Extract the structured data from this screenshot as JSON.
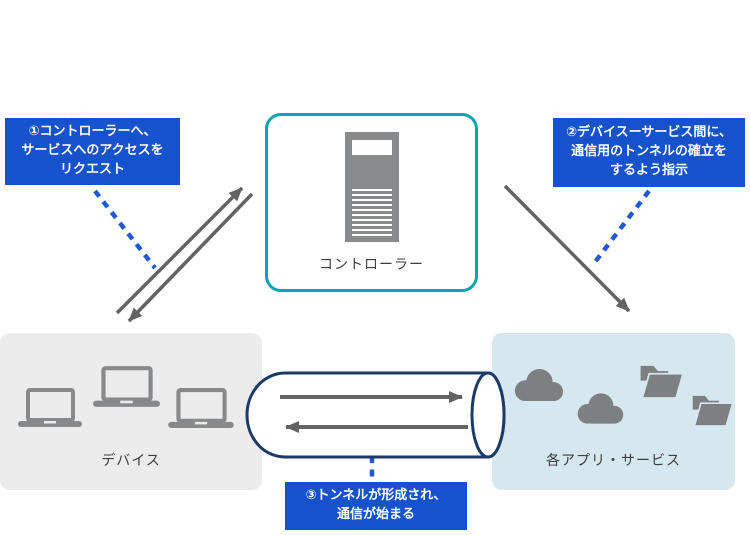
{
  "nodes": {
    "controller": {
      "label": "コントローラー",
      "icon": "server-tower-icon"
    },
    "devices": {
      "label": "デバイス",
      "icon": "laptop-icon",
      "icon_count": 3
    },
    "services": {
      "label": "各アプリ・サービス",
      "icons": [
        "cloud-icon",
        "cloud-icon",
        "folder-icon",
        "folder-icon"
      ]
    }
  },
  "steps": [
    {
      "lines": [
        "①コントローラーへ、",
        "サービスへのアクセスを",
        "リクエスト"
      ]
    },
    {
      "lines": [
        "②デバイスーサービス間に、",
        "通信用のトンネルの確立を",
        "するよう指示"
      ]
    },
    {
      "lines": [
        "③トンネルが形成され、",
        "通信が始まる"
      ]
    }
  ],
  "colors": {
    "callout_blue": "#1552cb",
    "dashed_blue": "#1e5ad2",
    "controller_border_teal": "#0aa5b2",
    "tunnel_navy": "#1c3a67",
    "arrow_gray": "#636363",
    "devices_bg": "#ececec",
    "services_bg": "#d6e7f0",
    "icon_gray": "#87898b"
  }
}
